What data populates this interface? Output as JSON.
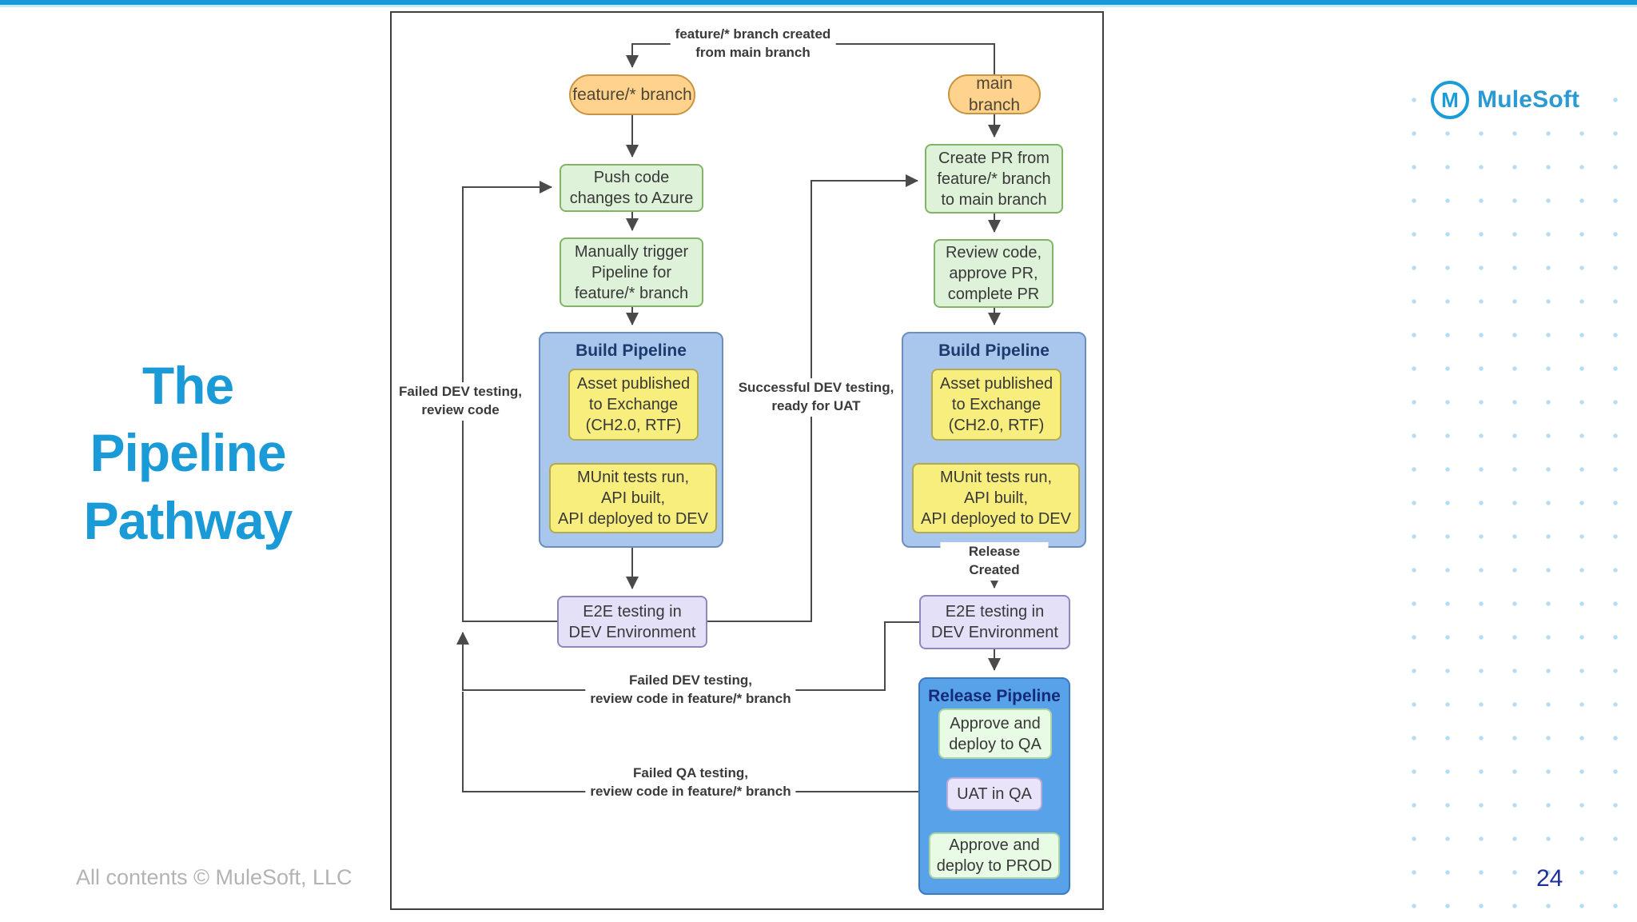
{
  "slide": {
    "title_line1": "The",
    "title_line2": "Pipeline",
    "title_line3": "Pathway",
    "footer": "All contents © MuleSoft, LLC",
    "page_number": "24",
    "logo_text": "MuleSoft",
    "colors": {
      "topbar": "#1898d5",
      "title": "#1b9ad8",
      "page_number": "#1e2f9b",
      "pill_fill": "#ffd28e",
      "green_fill": "#def2da",
      "yellow_fill": "#f8ee7e",
      "lavender_fill": "#e4e0f8",
      "build_container_fill": "#a9c7ec",
      "release_container_fill": "#57a2e8"
    }
  },
  "diagram": {
    "pills": {
      "feature": "feature/* branch",
      "main": "main branch"
    },
    "nodes": {
      "push": "Push code\nchanges to Azure",
      "trigger": "Manually trigger\nPipeline for\nfeature/* branch",
      "create_pr": "Create PR from\nfeature/* branch\nto main branch",
      "review": "Review code,\napprove PR,\ncomplete PR",
      "build_title": "Build Pipeline",
      "asset": "Asset published\nto Exchange\n(CH2.0, RTF)",
      "munit": "MUnit tests run,\nAPI built,\nAPI deployed to DEV",
      "e2e": "E2E testing in\nDEV Environment",
      "release_title": "Release Pipeline",
      "approve_qa": "Approve and\ndeploy to QA",
      "uat": "UAT in QA",
      "approve_prod": "Approve and\ndeploy to PROD"
    },
    "labels": {
      "created": "feature/* branch created\nfrom main branch",
      "failed_dev": "Failed DEV testing,\nreview code",
      "success_dev": "Successful DEV testing,\nready for UAT",
      "release_created": "Release Created",
      "failed_dev_feature": "Failed DEV testing,\nreview code in feature/* branch",
      "failed_qa": "Failed QA testing,\nreview code in feature/* branch"
    }
  }
}
